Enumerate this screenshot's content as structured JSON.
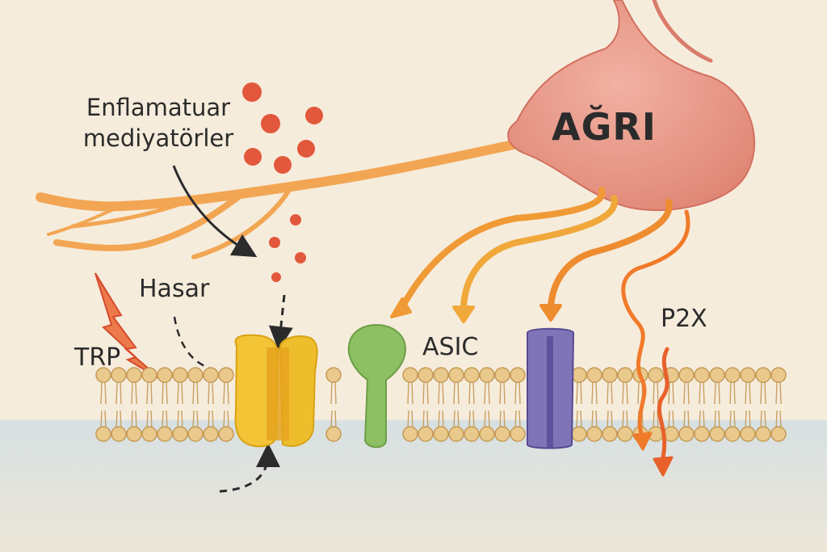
{
  "labels": {
    "inflammatory_mediators": "Enflamatuar\nmediyatörler",
    "damage": "Hasar",
    "trp": "TRP",
    "asic": "ASIC",
    "p2x": "P2X",
    "pain": "AĞRI"
  },
  "colors": {
    "background": "#f6ecdc",
    "neuron": "#e8998a",
    "nerve_fiber": "#f2a653",
    "mediator_dot": "#e2583c",
    "trp_channel": "#f0c02c",
    "asic_channel": "#8cc063",
    "p2x_channel": "#7a6bb4",
    "pain_arrow": "#f07a2a",
    "membrane_bead": "#e9c98c",
    "damage_bolt": "#e35a33"
  },
  "icons": [
    "lightning-bolt-icon"
  ]
}
